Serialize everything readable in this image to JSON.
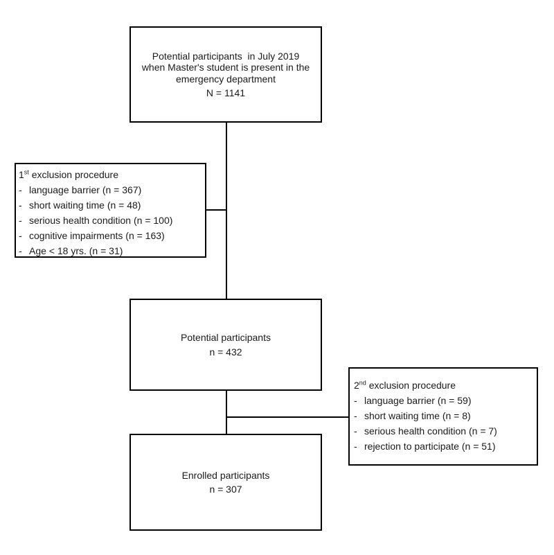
{
  "page": {
    "background_color": "#ffffff",
    "line_color": "#000000",
    "text_color": "#1a1a1a"
  },
  "flowchart": {
    "initial_box": {
      "line1": "Potential participants  in July 2019",
      "line2": "when Master's student is present in the",
      "line3": "emergency department",
      "count": "N = 1141"
    },
    "exclusion1_box": {
      "title_number": "1",
      "title_ordinal": "st",
      "title_text": " exclusion procedure",
      "bullet": "-",
      "items": [
        "language barrier (n = 367)",
        "short waiting time (n = 48)",
        "serious health condition (n = 100)",
        "cognitive impairments (n = 163)",
        "Age < 18 yrs. (n = 31)"
      ]
    },
    "potential_box": {
      "line1": "Potential participants",
      "count": "n = 432"
    },
    "exclusion2_box": {
      "title_number": "2",
      "title_ordinal": "nd",
      "title_text": " exclusion procedure",
      "bullet": "-",
      "items": [
        "language barrier (n = 59)",
        "short waiting time (n = 8)",
        "serious health condition (n = 7)",
        "rejection to participate (n = 51)"
      ]
    },
    "enrolled_box": {
      "line1": "Enrolled participants",
      "count": "n = 307"
    }
  }
}
